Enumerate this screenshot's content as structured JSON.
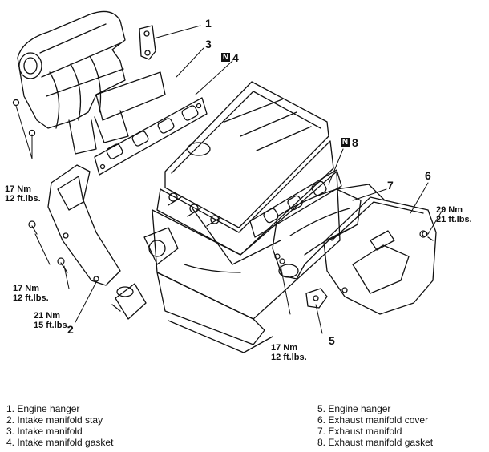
{
  "callouts": {
    "c1": "1",
    "c2": "2",
    "c3": "3",
    "c4": "4",
    "c5": "5",
    "c6": "6",
    "c7": "7",
    "c8": "8",
    "n_badge": "N"
  },
  "torques": {
    "t_intake_upper": [
      "17 Nm",
      "12 ft.lbs."
    ],
    "t_stay_upper": [
      "17 Nm",
      "12 ft.lbs."
    ],
    "t_stay_lower": [
      "21 Nm",
      "15 ft.lbs."
    ],
    "t_exhaust_lower": [
      "17 Nm",
      "12 ft.lbs."
    ],
    "t_cover": [
      "29 Nm",
      "21 ft.lbs."
    ]
  },
  "legend": {
    "left": [
      "1. Engine hanger",
      "2. Intake manifold stay",
      "3. Intake manifold",
      "4. Intake manifold gasket"
    ],
    "right": [
      "5. Engine hanger",
      "6. Exhaust manifold cover",
      "7. Exhaust manifold",
      "8. Exhaust manifold gasket"
    ]
  }
}
